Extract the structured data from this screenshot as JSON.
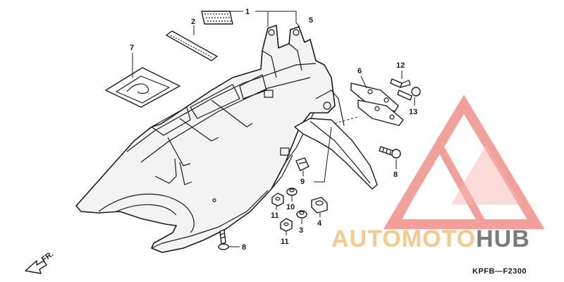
{
  "diagram": {
    "callouts": [
      {
        "id": "1",
        "label": "1"
      },
      {
        "id": "2",
        "label": "2"
      },
      {
        "id": "3",
        "label": "3"
      },
      {
        "id": "4",
        "label": "4"
      },
      {
        "id": "5",
        "label": "5"
      },
      {
        "id": "6",
        "label": "6"
      },
      {
        "id": "7",
        "label": "7"
      },
      {
        "id": "8a",
        "label": "8"
      },
      {
        "id": "8b",
        "label": "8"
      },
      {
        "id": "9",
        "label": "9"
      },
      {
        "id": "10",
        "label": "10"
      },
      {
        "id": "11a",
        "label": "11"
      },
      {
        "id": "11b",
        "label": "11"
      },
      {
        "id": "12",
        "label": "12"
      },
      {
        "id": "13",
        "label": "13"
      }
    ],
    "direction_label": "FR.",
    "diagram_code": "KPFB—F2300"
  },
  "watermark": {
    "brand_auto": "AUTO",
    "brand_moto": "MOTO",
    "brand_hub": "HUB",
    "color_light": "#f6c98a",
    "color_dark": "#7a7a7a",
    "logo_color": "#f08a82"
  }
}
